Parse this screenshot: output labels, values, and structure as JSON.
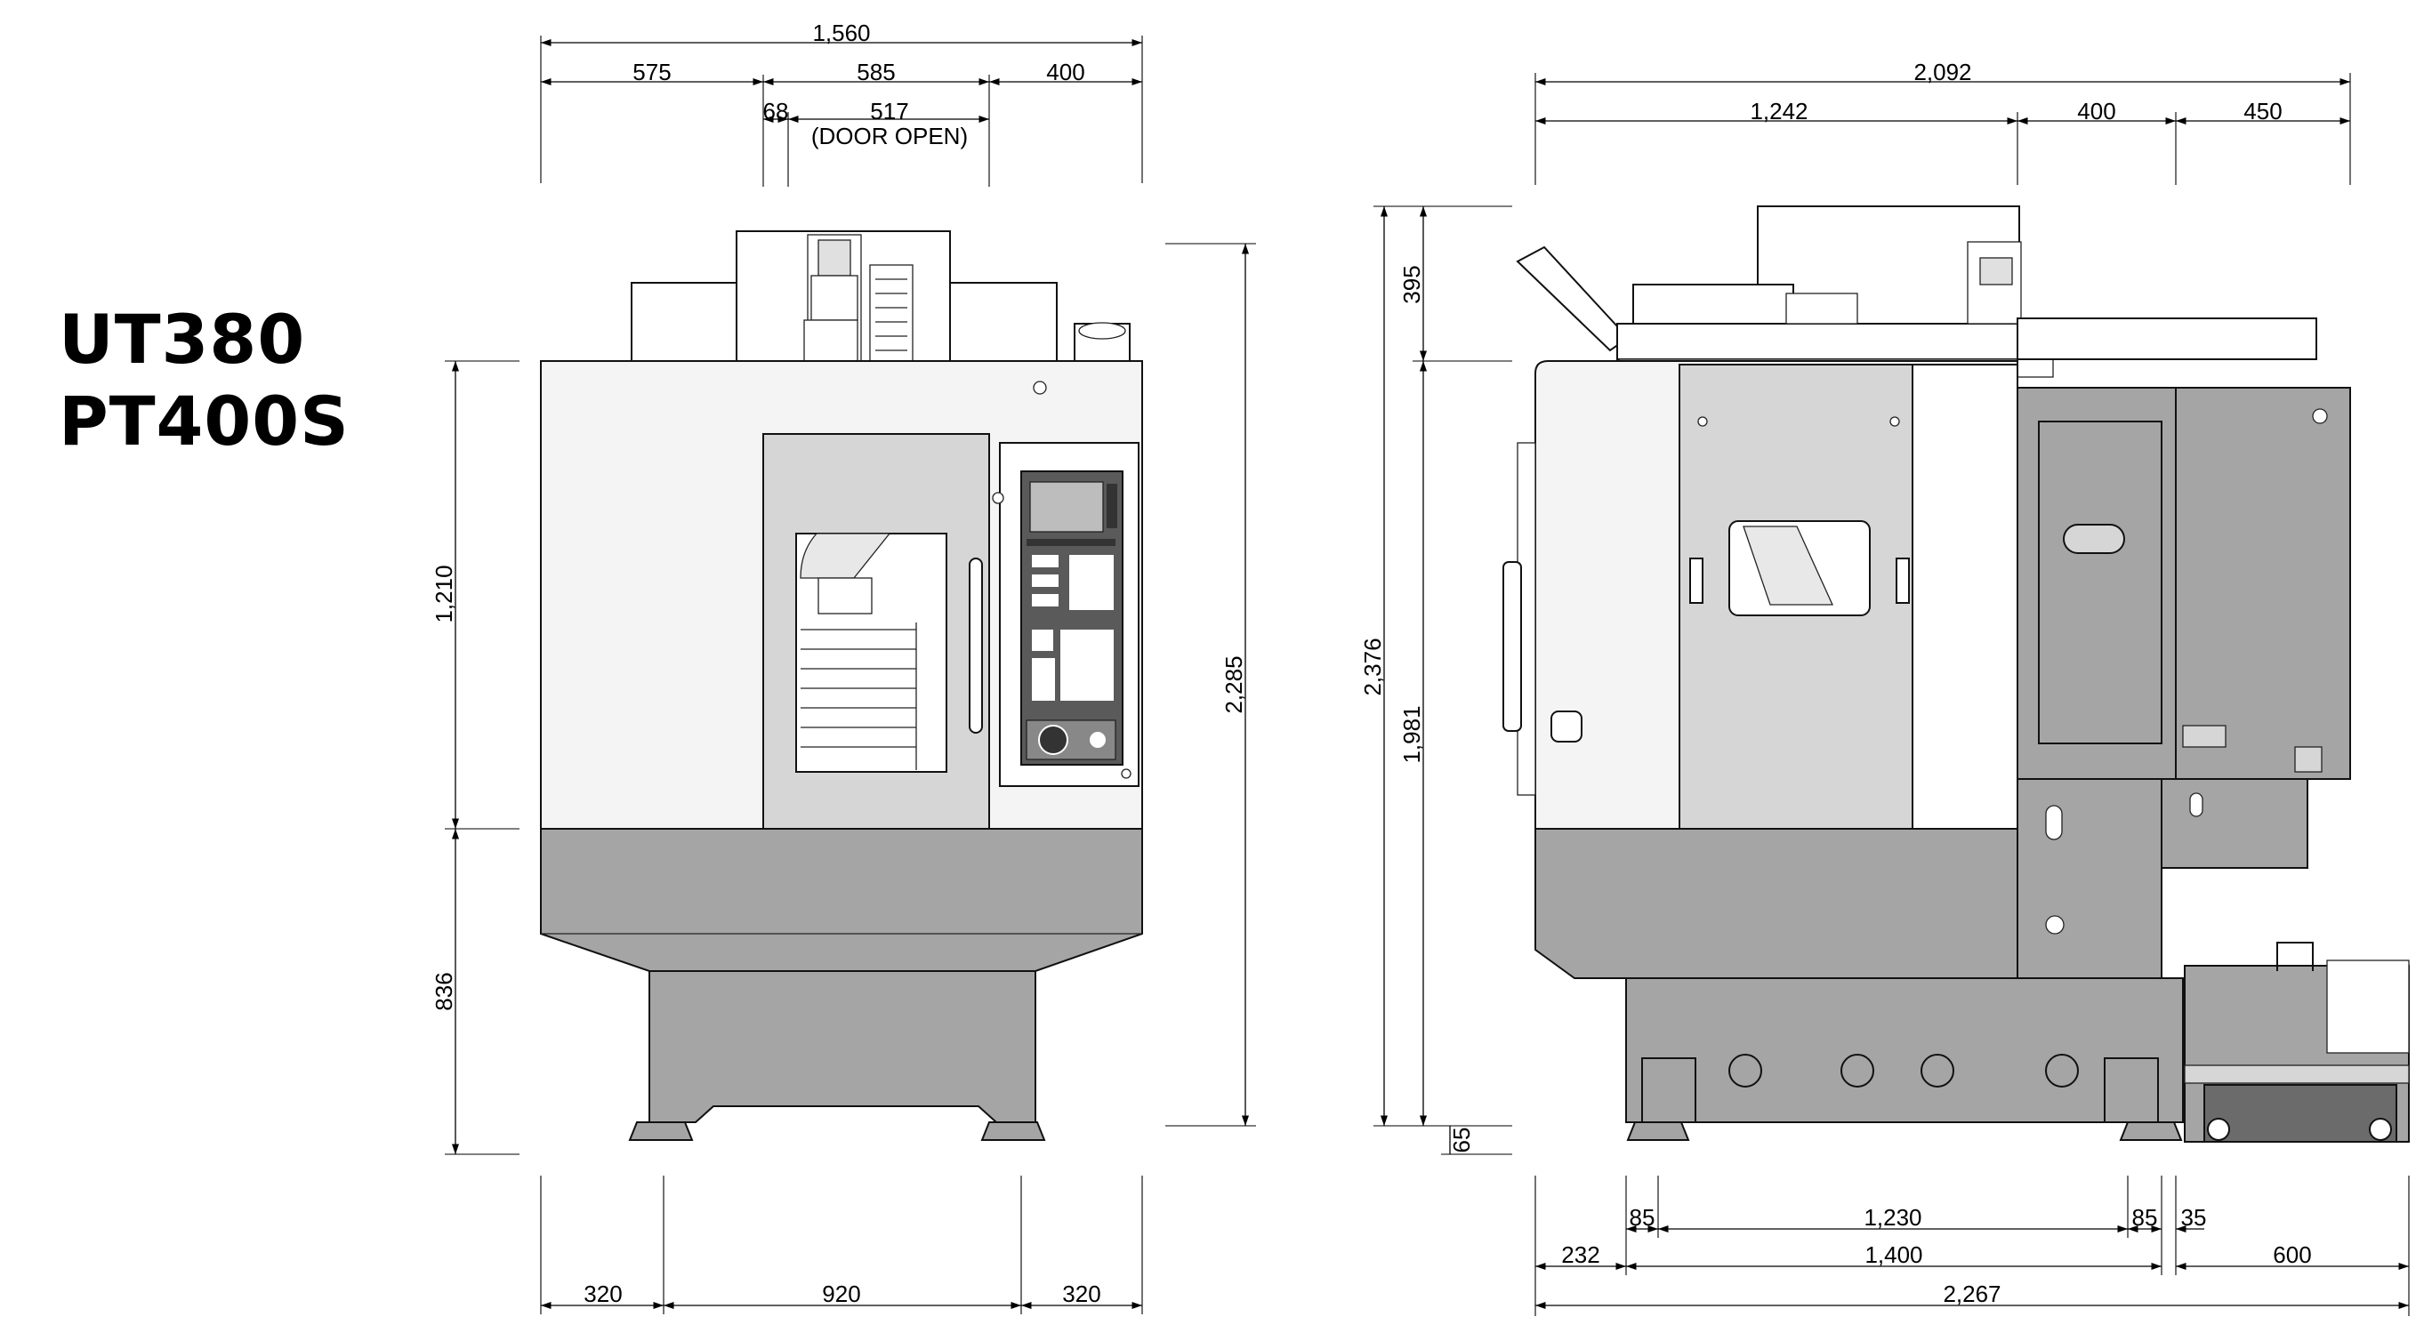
{
  "titles": {
    "line1": "UT380",
    "line2": "PT400S"
  },
  "front_view": {
    "top": {
      "overall": "1,560",
      "left": "575",
      "middle": "585",
      "right": "400",
      "door_gap": "68",
      "door_width": "517",
      "door_note": "(DOOR OPEN)"
    },
    "left_side": {
      "upper": "1,210",
      "lower": "836"
    },
    "right_side": {
      "overall": "2,285"
    },
    "bottom": {
      "left": "320",
      "middle": "920",
      "right": "320"
    }
  },
  "side_view": {
    "top": {
      "overall": "2,092",
      "left": "1,242",
      "middle": "400",
      "right": "450"
    },
    "left_side": {
      "overall": "2,376",
      "top": "395",
      "middle": "1,981",
      "bottom": "65"
    },
    "bottom_row1": {
      "a": "85",
      "b": "1,230",
      "c": "85",
      "d": "35"
    },
    "bottom_row2": {
      "a": "232",
      "b": "1,400",
      "c": "600"
    },
    "bottom_row3": {
      "overall": "2,267"
    }
  },
  "colors": {
    "body_dark": "#a5a5a5",
    "door_gray": "#d6d6d6",
    "panel_dark": "#6b6b6b",
    "line": "#111111"
  }
}
